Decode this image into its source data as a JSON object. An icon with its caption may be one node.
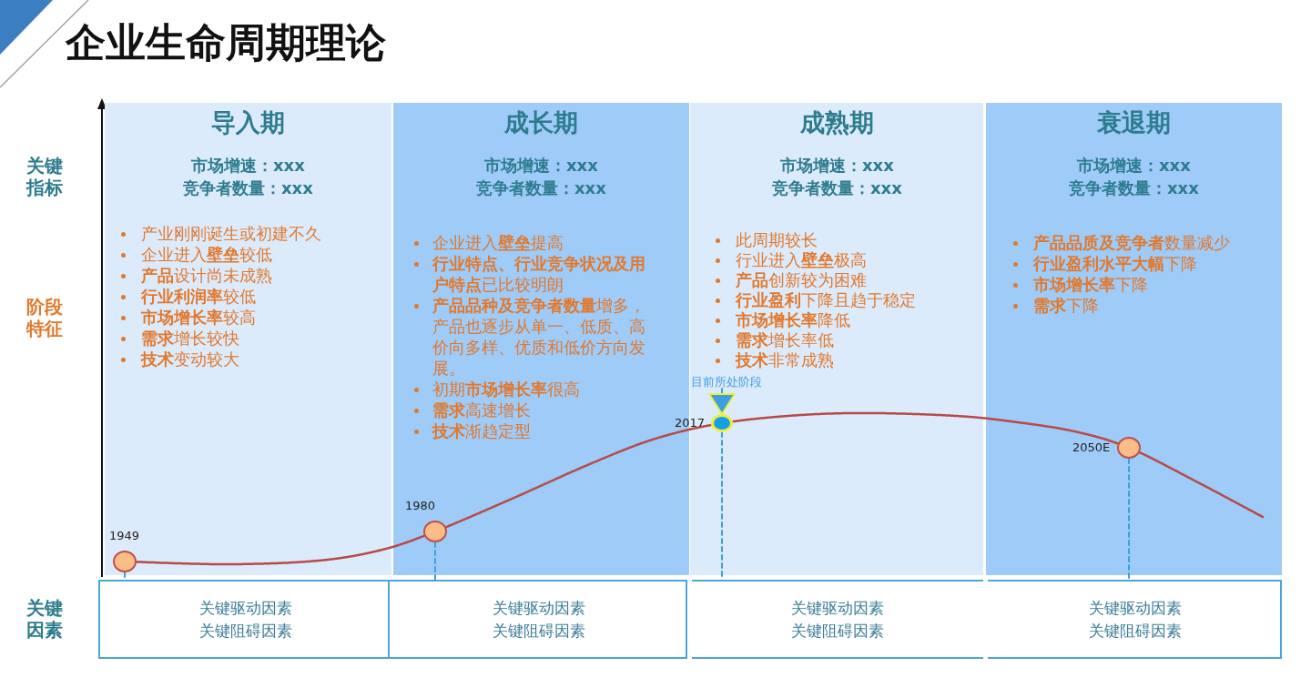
{
  "diagram": {
    "title": "企业生命周期理论",
    "nodes": [
      {
        "text": [
          "导入期",
          "市场增速：xxx",
          "竞争者数量：xxx",
          "产业刚刚诞生或初建不久",
          "企业进入**壁垒**较低",
          "**产品**设计尚未成熟",
          "**行业利润率**较低",
          "**市场增长率**较高",
          "**需求**增长较快",
          "**技术**变动较大"
        ]
      },
      {
        "text": [
          "成长期",
          "市场增速：xxx",
          "竞争者数量：xxx",
          "企业进入**壁垒**提高",
          "**行业特点、行业竞争状况及用户特点**已比较明朗",
          "**产品品种及竞争者数量**增多，产品也逐步从单一、低质、高价向多样、优质和低价方向发展。",
          "初期**市场增长率**很高",
          "**需求**高速增长",
          "**技术**渐趋定型"
        ]
      },
      {
        "text": [
          "成熟期",
          "市场增速：xxx",
          "竞争者数量：xxx",
          "此周期较长",
          "行业进入**壁垒**极高",
          "**产品**创新较为困难",
          "**行业盈利**下降且趋于稳定",
          "**市场增长率**降低",
          "**需求**增长率低",
          "**技术**非常成熟"
        ]
      },
      {
        "text": [
          "衰退期",
          "市场增速：xxx",
          "竞争者数量：xxx",
          "**产品品质及竞争者**数量减少",
          "**行业盈利水平大幅**下降",
          "**市场增长率**下降",
          "**需求**下降"
        ]
      },
      {
        "text": [
          "目前所处阶段"
        ],
        "in": 2
      },
      {
        "text": [],
        "shape": "circle",
        "beside": [
          "1949"
        ],
        "in": 0
      },
      {
        "text": [],
        "shape": "circle",
        "beside": [
          "1980"
        ],
        "in": 1
      },
      {
        "text": [],
        "shape": "circle",
        "beside": [
          "2017"
        ],
        "in": 2
      },
      {
        "text": [],
        "shape": "circle",
        "beside": [
          "2050E"
        ],
        "in": 3
      },
      {
        "text": [
          "关键驱动因素",
          "关键阻碍因素"
        ]
      },
      {
        "text": [
          "关键驱动因素",
          "关键阻碍因素"
        ]
      },
      {
        "text": [
          "关键驱动因素",
          "关键阻碍因素"
        ]
      },
      {
        "text": [
          "关键驱动因素",
          "关键阻碍因素"
        ]
      }
    ],
    "edges": [
      {
        "from": 4,
        "to": 7,
        "arrow": "to"
      },
      {
        "from": 5,
        "to": 6,
        "arrow": "none",
        "color": "#b84a46"
      },
      {
        "from": 6,
        "to": 7,
        "arrow": "none",
        "color": "#b84a46"
      },
      {
        "from": 7,
        "to": 8,
        "arrow": "none",
        "color": "#b84a46"
      },
      {
        "from": 8,
        "to": null,
        "arrow": "none",
        "color": "#b84a46"
      },
      {
        "from": 5,
        "to": 9,
        "arrow": "none",
        "style": "dashed"
      },
      {
        "from": 6,
        "to": 10,
        "arrow": "none",
        "style": "dashed"
      },
      {
        "from": 7,
        "to": 11,
        "arrow": "none",
        "style": "dashed"
      },
      {
        "from": 8,
        "to": 12,
        "arrow": "none",
        "style": "dashed"
      }
    ],
    "labels": [
      "关键指标",
      "阶段特征",
      "关键因素"
    ]
  }
}
